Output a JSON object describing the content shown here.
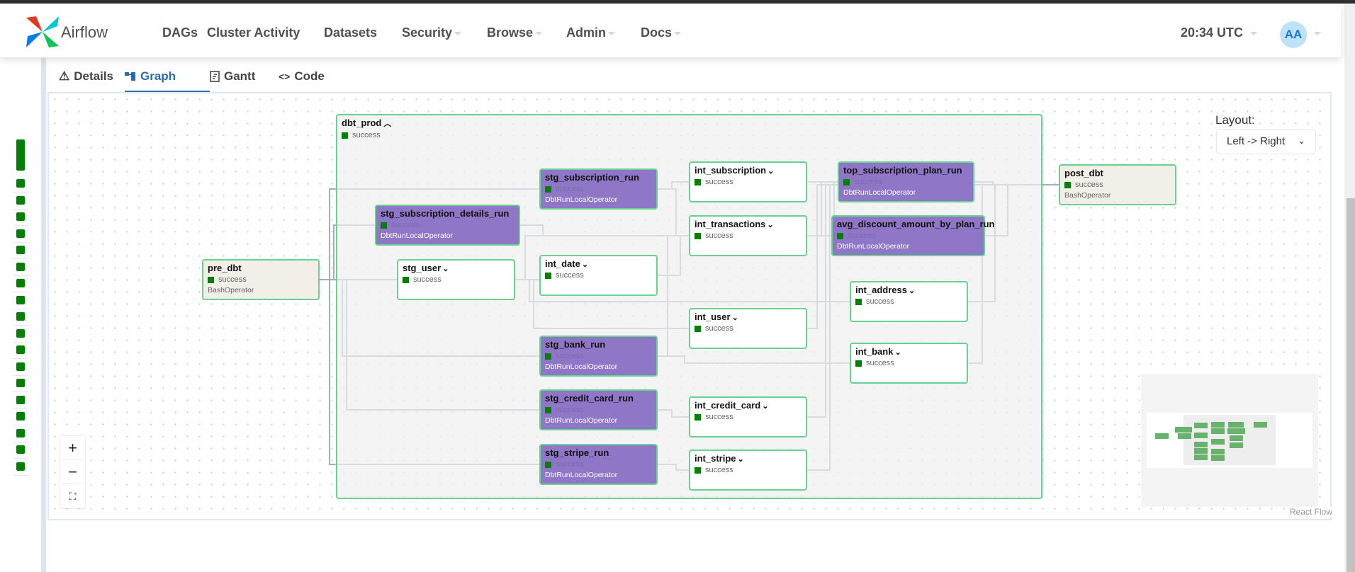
{
  "header": {
    "brand": "Airflow",
    "nav": [
      {
        "label": "DAGs",
        "dropdown": false
      },
      {
        "label": "Cluster Activity",
        "dropdown": false
      },
      {
        "label": "Datasets",
        "dropdown": false
      },
      {
        "label": "Security",
        "dropdown": true
      },
      {
        "label": "Browse",
        "dropdown": true
      },
      {
        "label": "Admin",
        "dropdown": true
      },
      {
        "label": "Docs",
        "dropdown": true
      }
    ],
    "time": "20:34 UTC",
    "avatar": "AA"
  },
  "tabs": [
    {
      "label": "Details",
      "icon": "warning-triangle-icon"
    },
    {
      "label": "Graph",
      "icon": "graph-icon",
      "active": true
    },
    {
      "label": "Gantt",
      "icon": "gantt-icon"
    },
    {
      "label": "Code",
      "icon": "code-icon"
    }
  ],
  "grid": {
    "task_count": 18,
    "state": "success",
    "color": "#008000"
  },
  "graph": {
    "group": {
      "label": "dbt_prod",
      "state": "success",
      "expanded": true
    },
    "nodes": [
      {
        "id": "pre_dbt",
        "label": "pre_dbt",
        "state": "success",
        "operator": "BashOperator",
        "kind": "bash"
      },
      {
        "id": "stg_subscription_run",
        "label": "stg_subscription_run",
        "state": "success",
        "operator": "DbtRunLocalOperator",
        "kind": "task"
      },
      {
        "id": "stg_subscription_details_run",
        "label": "stg_subscription_details_run",
        "state": "success",
        "operator": "DbtRunLocalOperator",
        "kind": "task"
      },
      {
        "id": "stg_user",
        "label": "stg_user",
        "state": "success",
        "kind": "tg"
      },
      {
        "id": "int_date",
        "label": "int_date",
        "state": "success",
        "kind": "tg"
      },
      {
        "id": "int_subscription",
        "label": "int_subscription",
        "state": "success",
        "kind": "tg"
      },
      {
        "id": "int_transactions",
        "label": "int_transactions",
        "state": "success",
        "kind": "tg"
      },
      {
        "id": "top_subscription_plan_run",
        "label": "top_subscription_plan_run",
        "state": "success",
        "operator": "DbtRunLocalOperator",
        "kind": "task"
      },
      {
        "id": "avg_discount_amount_by_plan_run",
        "label": "avg_discount_amount_by_plan_run",
        "state": "success",
        "operator": "DbtRunLocalOperator",
        "kind": "task"
      },
      {
        "id": "int_address",
        "label": "int_address",
        "state": "success",
        "kind": "tg"
      },
      {
        "id": "int_user",
        "label": "int_user",
        "state": "success",
        "kind": "tg"
      },
      {
        "id": "stg_bank_run",
        "label": "stg_bank_run",
        "state": "success",
        "operator": "DbtRunLocalOperator",
        "kind": "task"
      },
      {
        "id": "int_bank",
        "label": "int_bank",
        "state": "success",
        "kind": "tg"
      },
      {
        "id": "stg_credit_card_run",
        "label": "stg_credit_card_run",
        "state": "success",
        "operator": "DbtRunLocalOperator",
        "kind": "task"
      },
      {
        "id": "int_credit_card",
        "label": "int_credit_card",
        "state": "success",
        "kind": "tg"
      },
      {
        "id": "stg_stripe_run",
        "label": "stg_stripe_run",
        "state": "success",
        "operator": "DbtRunLocalOperator",
        "kind": "task"
      },
      {
        "id": "int_stripe",
        "label": "int_stripe",
        "state": "success",
        "kind": "tg"
      },
      {
        "id": "post_dbt",
        "label": "post_dbt",
        "state": "success",
        "operator": "BashOperator",
        "kind": "bash"
      }
    ],
    "edges": [
      [
        "pre_dbt",
        "stg_subscription_run"
      ],
      [
        "pre_dbt",
        "stg_subscription_details_run"
      ],
      [
        "pre_dbt",
        "stg_user"
      ],
      [
        "pre_dbt",
        "stg_bank_run"
      ],
      [
        "pre_dbt",
        "stg_credit_card_run"
      ],
      [
        "pre_dbt",
        "stg_stripe_run"
      ],
      [
        "stg_subscription_run",
        "int_subscription"
      ],
      [
        "stg_subscription_run",
        "int_transactions"
      ],
      [
        "stg_subscription_details_run",
        "int_transactions"
      ],
      [
        "stg_user",
        "int_date"
      ],
      [
        "stg_user",
        "int_transactions"
      ],
      [
        "stg_user",
        "int_address"
      ],
      [
        "stg_user",
        "int_user"
      ],
      [
        "int_date",
        "int_transactions"
      ],
      [
        "stg_bank_run",
        "int_bank"
      ],
      [
        "stg_bank_run",
        "int_transactions"
      ],
      [
        "stg_credit_card_run",
        "int_credit_card"
      ],
      [
        "stg_stripe_run",
        "int_stripe"
      ],
      [
        "int_subscription",
        "top_subscription_plan_run"
      ],
      [
        "int_transactions",
        "top_subscription_plan_run"
      ],
      [
        "int_transactions",
        "avg_discount_amount_by_plan_run"
      ],
      [
        "int_subscription",
        "avg_discount_amount_by_plan_run"
      ],
      [
        "top_subscription_plan_run",
        "post_dbt"
      ],
      [
        "avg_discount_amount_by_plan_run",
        "post_dbt"
      ],
      [
        "int_address",
        "post_dbt"
      ],
      [
        "int_user",
        "post_dbt"
      ],
      [
        "int_bank",
        "post_dbt"
      ],
      [
        "int_credit_card",
        "post_dbt"
      ],
      [
        "int_stripe",
        "post_dbt"
      ]
    ]
  },
  "layout": {
    "label": "Layout:",
    "value": "Left -> Right"
  },
  "controls": {
    "zoom_in": "+",
    "zoom_out": "−",
    "fit": "⛶"
  },
  "minimap": {
    "attribution": "React Flow"
  },
  "colors": {
    "success": "#008000",
    "task_bg": "#8f76c7",
    "node_border": "#68d391",
    "accent": "#2b6cb0"
  }
}
